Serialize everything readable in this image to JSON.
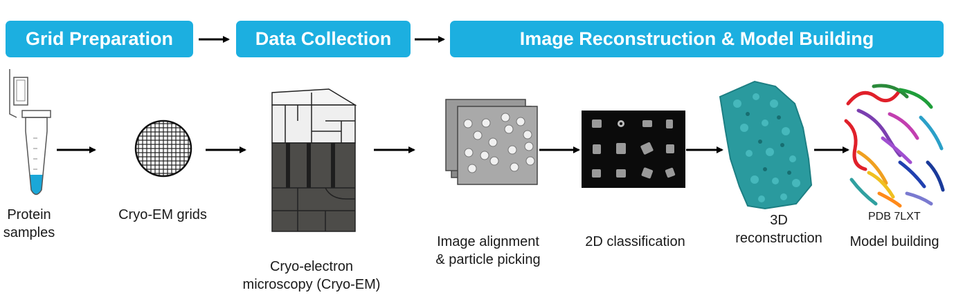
{
  "stages": [
    {
      "label": "Grid Preparation"
    },
    {
      "label": "Data Collection"
    },
    {
      "label": "Image Reconstruction & Model Building"
    }
  ],
  "steps": [
    {
      "lines": [
        "Protein",
        "samples"
      ]
    },
    {
      "lines": [
        "Cryo-EM grids"
      ]
    },
    {
      "lines": [
        "Cryo-electron",
        "microscopy (Cryo-EM)"
      ]
    },
    {
      "lines": [
        "Image alignment",
        "& particle picking"
      ]
    },
    {
      "lines": [
        "2D classification"
      ]
    },
    {
      "lines": [
        "3D",
        "reconstruction"
      ]
    },
    {
      "lines": [
        "Model building"
      ]
    }
  ],
  "pdb_label": "PDB 7LXT",
  "colors": {
    "stage_bg": "#1cafe0",
    "stage_text": "#ffffff",
    "sample_liquid": "#1aa7d8",
    "density_map": "#2a9a9e",
    "microscope_dark": "#4a4a48",
    "microscope_light": "#f2f2f2"
  },
  "icons": [
    "arrow-icon",
    "tube-icon",
    "grid-icon",
    "microscope-icon",
    "micrograph-stack-icon",
    "class-averages-icon",
    "density-map-icon",
    "protein-model-icon"
  ]
}
